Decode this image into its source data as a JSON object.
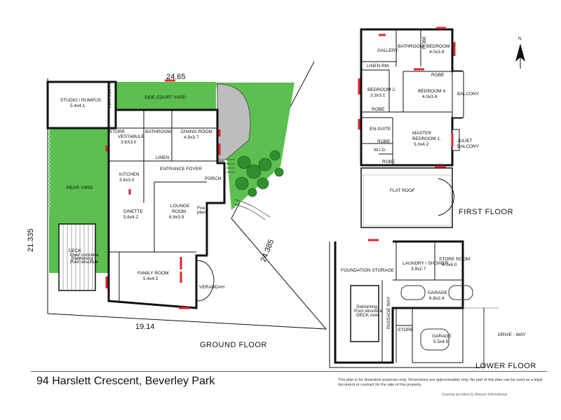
{
  "floors": {
    "ground": "GROUND FLOOR",
    "first": "FIRST FLOOR",
    "lower": "LOWER FLOOR"
  },
  "dimensions": {
    "top": "24.65",
    "left": "21.335",
    "bottom": "19.14",
    "right": "24.385"
  },
  "rooms_ground": {
    "studio": "STUDIO / RUMPUS",
    "studio_size": "5.4x4.1",
    "verandah_top": "VERANDAH",
    "side_court": "SIDE COURT YARD",
    "store": "STORE",
    "vestabule": "VESTABULE",
    "vestabule_size": "3.6X3.0",
    "bathroom": "BATHROOM",
    "linen": "LINEN",
    "dining": "DINING ROOM",
    "dining_size": "4.9x3.7",
    "kitchen": "KITCHEN",
    "kitchen_size": "3.4x3.0",
    "entrance": "ENTRANCE FOYER",
    "porch": "PORCH",
    "rear_yard": "REAR YARD",
    "dinette": "DINETTE",
    "dinette_size": "5.6x4.2",
    "lounge": "LOUNGE",
    "lounge2": "ROOM",
    "lounge_size": "6.9x3.9",
    "fire": "Fire",
    "fire2": "place",
    "deck": "DECK",
    "deck_note1": "Over concrete",
    "deck_note2": "Swimming",
    "deck_note3": "Pool structure",
    "family": "FAMILY ROOM",
    "family_size": "5.4x4.5",
    "verandah_bottom": "VERANDAH"
  },
  "rooms_first": {
    "bedroom3": "BEDROOM 3",
    "bedroom3_size": "4.0x3.8",
    "bathroom": "BATHROOM",
    "robe": "ROBE",
    "gallery": "GALLERY",
    "linen": "LINEN RM.",
    "bedroom2": "BEDROOM 2.",
    "bedroom2_size": "3.3x3.1",
    "bedroom4": "BEDROOM 4.",
    "bedroom4_size": "4.0x3.8",
    "balcony": "BALCONY",
    "ensuite": "EN-SUITE",
    "master": "MASTER",
    "master2": "BEDROOM 1.",
    "master_size": "5.0x4.2",
    "wid": "W.I.D.",
    "juliet": "JULIET",
    "juliet2": "BALCONY",
    "flat_roof": "FLAT ROOF"
  },
  "rooms_lower": {
    "foundation": "FOUNDATION STORAGE",
    "laundry": "LAUNDRY / SHOWER",
    "laundry_size": "3.9x2.7",
    "storeroom": "STORE ROOM",
    "storeroom_size": "4.0x4.0",
    "garage1": "GARAGE",
    "garage1_size": "6.8x2.4",
    "passage": "PASSAGE WAY",
    "pool1": "Swimming",
    "pool2": "Pool structure",
    "pool3": "DECK over",
    "store": "STORE",
    "garage2": "GARAGE",
    "garage2_size": "5.5x4.5",
    "driveway": "DRIVE - WAY"
  },
  "compass": "N",
  "address": "94 Harslett Crescent, Beverley Park",
  "disclaimer": "This plan is for illustrative purposes only. Dimensions are approximately only. No part of this plan can be used as a legal document or contract for the sale of this property.",
  "credit": "Drawing provided by Mayson International",
  "colors": {
    "grass": "#5cbf4f",
    "wall": "#111111",
    "window": "#e0252b",
    "tree": "#2f8f2f"
  }
}
